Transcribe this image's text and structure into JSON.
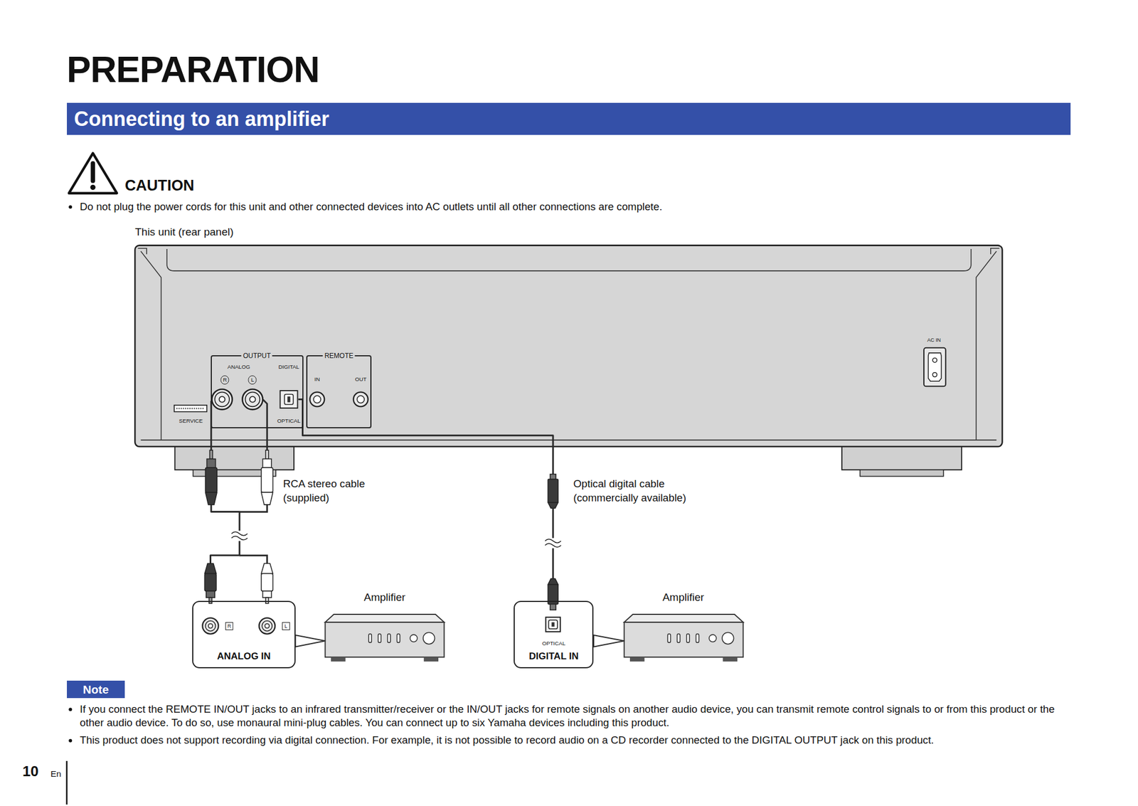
{
  "diagram": {
    "title": "PREPARATION",
    "nodes": [
      {
        "text": [
          "Connecting to an amplifier"
        ]
      },
      {
        "text": [
          "This unit (rear panel)"
        ]
      },
      {
        "text": [
          "OUTPUT"
        ],
        "in": 1
      },
      {
        "text": [
          "REMOTE"
        ],
        "in": 1
      },
      {
        "text": [
          "ANALOG IN"
        ]
      },
      {
        "text": [
          "Amplifier"
        ]
      },
      {
        "text": [
          "DIGITAL IN"
        ]
      },
      {
        "text": [
          "Amplifier"
        ]
      }
    ],
    "edges": [
      {
        "from": 2,
        "to": 4,
        "arrow": "none",
        "label": "RCA stereo cable (supplied)"
      },
      {
        "from": 2,
        "to": 6,
        "arrow": "none",
        "label": "Optical digital cable (commercially available)"
      },
      {
        "from": 4,
        "to": 5,
        "arrow": "none"
      },
      {
        "from": 6,
        "to": 7,
        "arrow": "none"
      }
    ],
    "labels": [
      "CAUTION",
      "Do not plug the power cords for this unit and other connected devices into AC outlets until all other connections are complete.",
      "ANALOG",
      "DIGITAL",
      "R",
      "L",
      "OPTICAL",
      "IN",
      "OUT",
      "SERVICE",
      "AC IN",
      "R",
      "L",
      "OPTICAL",
      "Note",
      "If you connect the REMOTE IN/OUT jacks to an infrared transmitter/receiver or the IN/OUT jacks for remote signals on another audio device, you can transmit remote control signals to or from this product or the other audio device. To do so, use monaural mini-plug cables. You can connect up to six Yamaha devices including this product.",
      "This product does not support recording via digital connection. For example, it is not possible to record audio on a CD recorder connected to the DIGITAL OUTPUT jack on this product.",
      "10",
      "En"
    ]
  }
}
